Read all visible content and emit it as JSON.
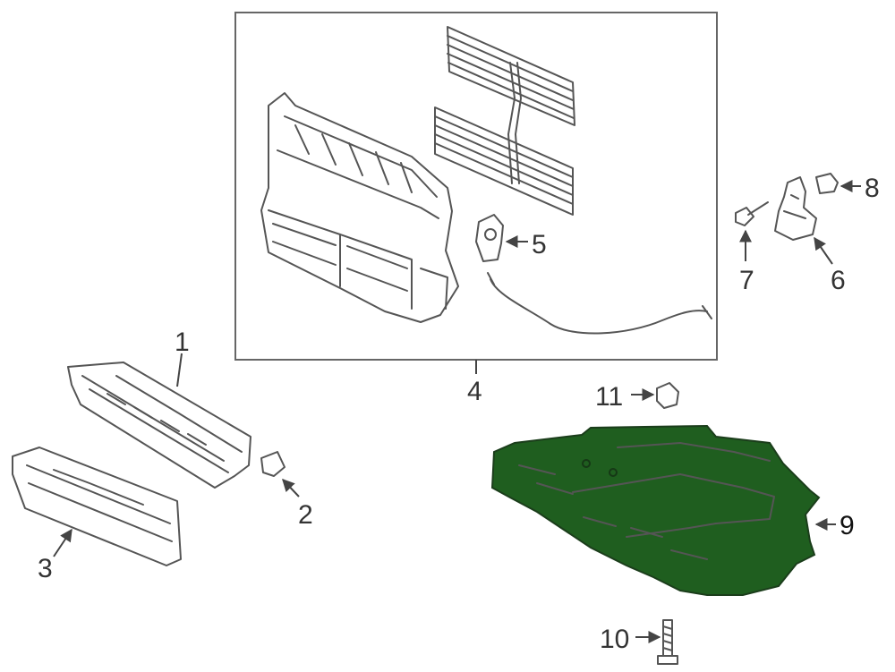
{
  "callouts": {
    "c1": "1",
    "c2": "2",
    "c3": "3",
    "c4": "4",
    "c5": "5",
    "c6": "6",
    "c7": "7",
    "c8": "8",
    "c9": "9",
    "c10": "10",
    "c11": "11"
  },
  "colors": {
    "highlight_part": "#1f5e1f",
    "line_art": "#555555",
    "background": "#ffffff"
  }
}
